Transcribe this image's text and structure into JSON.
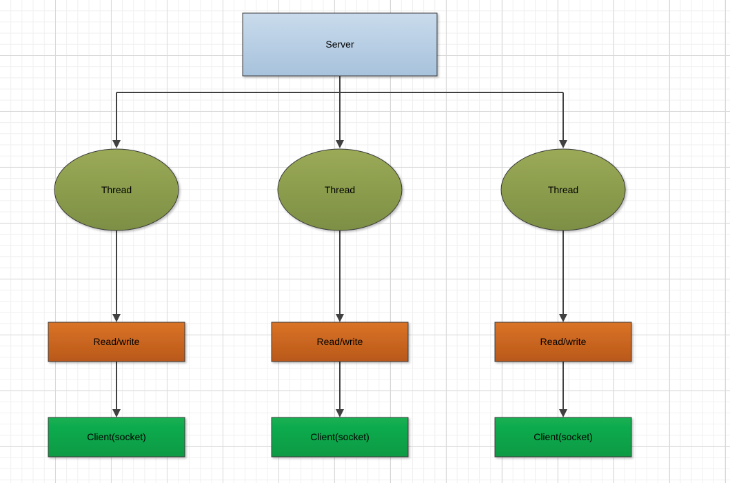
{
  "diagram": {
    "server": {
      "label": "Server"
    },
    "branches": [
      {
        "thread": "Thread",
        "io": "Read/write",
        "client": "Client(socket)"
      },
      {
        "thread": "Thread",
        "io": "Read/write",
        "client": "Client(socket)"
      },
      {
        "thread": "Thread",
        "io": "Read/write",
        "client": "Client(socket)"
      }
    ]
  },
  "colors": {
    "server_fill": "#b8cfe4",
    "thread_fill": "#8fa14f",
    "io_fill": "#cc6a1e",
    "client_fill": "#0fa64a",
    "connector": "#404040"
  }
}
